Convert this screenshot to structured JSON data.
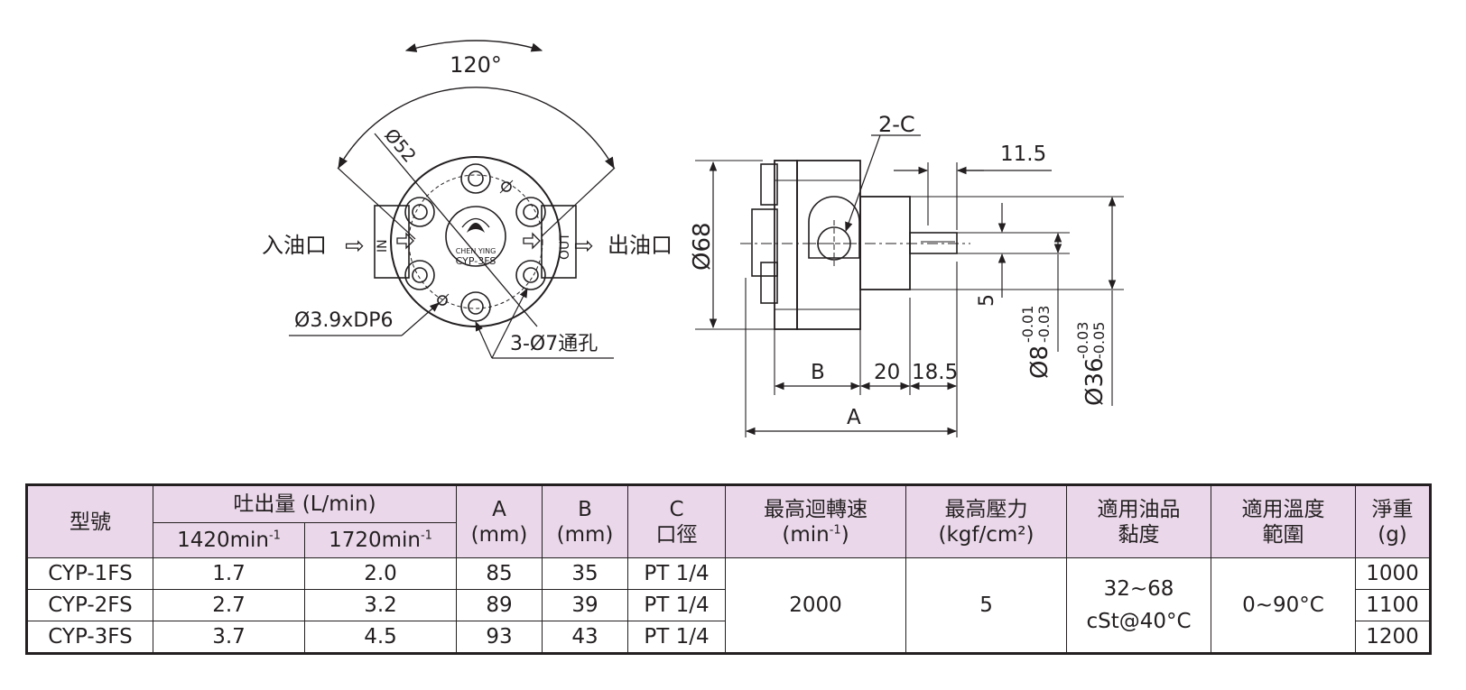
{
  "drawing": {
    "front_view": {
      "angle_label": "120°",
      "dia52_label": "Ø52",
      "inlet_label": "入油口",
      "in_marking": "IN",
      "out_marking": "OUT",
      "outlet_label": "出油口",
      "brand_name": "CHEN YING",
      "model_marking": "CYP-3FS",
      "pin_hole_label": "Ø3.9xDP6",
      "through_hole_label": "3-Ø7通孔",
      "arrow_glyph": "⇨"
    },
    "side_view": {
      "dia68_label": "Ø68",
      "chamfer_label": "2-C",
      "dim_11_5": "11.5",
      "dim_5": "5",
      "shaft_dia_base": "Ø8",
      "shaft_tol_upper": "-0.01",
      "shaft_tol_lower": "-0.03",
      "boss_dia_base": "Ø36",
      "boss_tol_upper": "-0.03",
      "boss_tol_lower": "-0.05",
      "dim_b": "B",
      "dim_20": "20",
      "dim_18_5": "18.5",
      "dim_a": "A"
    }
  },
  "table": {
    "headers": {
      "model": "型號",
      "flow": "吐出量 (L/min)",
      "flow_1420_base": "1420min",
      "flow_1720_base": "1720min",
      "rate_sup": "-1",
      "a_top": "A",
      "a_bottom": "(mm)",
      "b_top": "B",
      "b_bottom": "(mm)",
      "c_top": "C",
      "c_bottom": "口徑",
      "speed_top": "最高迴轉速",
      "speed_base": "(min",
      "speed_sup": "-1",
      "speed_close": ")",
      "pressure_top": "最高壓力",
      "pressure_bottom": "(kgf/cm²)",
      "oil_top": "適用油品",
      "oil_bottom": "黏度",
      "temp_top": "適用溫度",
      "temp_bottom": "範圍",
      "weight_top": "淨重",
      "weight_bottom": "(g)"
    },
    "rows": [
      {
        "model": "CYP-1FS",
        "flow_1420": "1.7",
        "flow_1720": "2.0",
        "a": "85",
        "b": "35",
        "c": "PT 1/4",
        "weight": "1000"
      },
      {
        "model": "CYP-2FS",
        "flow_1420": "2.7",
        "flow_1720": "3.2",
        "a": "89",
        "b": "39",
        "c": "PT 1/4",
        "weight": "1100"
      },
      {
        "model": "CYP-3FS",
        "flow_1420": "3.7",
        "flow_1720": "4.5",
        "a": "93",
        "b": "43",
        "c": "PT 1/4",
        "weight": "1200"
      }
    ],
    "shared": {
      "max_speed": "2000",
      "max_pressure": "5",
      "viscosity_line1": "32~68",
      "viscosity_line2": "cSt@40°C",
      "temp_range": "0~90°C"
    }
  },
  "colors": {
    "ink": "#231f20",
    "header_fill": "#ead8ea"
  }
}
